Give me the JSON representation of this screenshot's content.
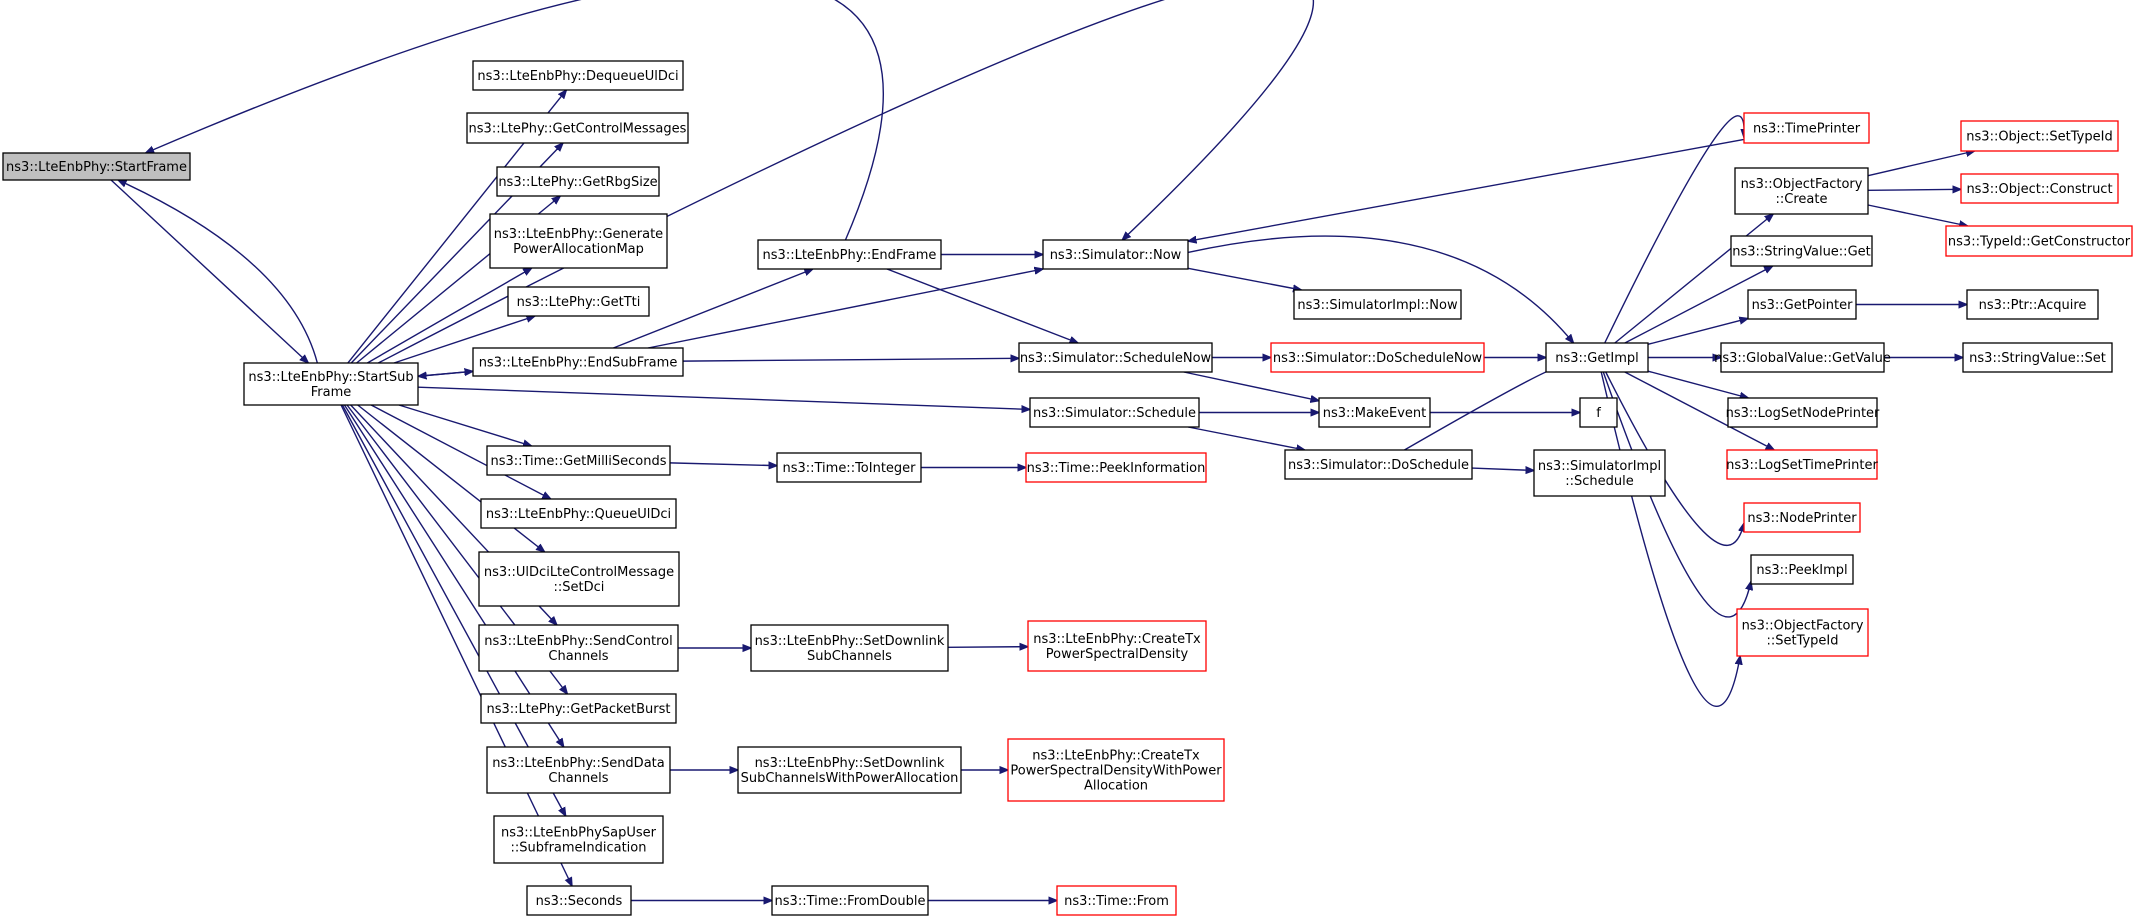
{
  "diagram": {
    "nodes": [
      {
        "id": "startframe",
        "lines": [
          "ns3::LteEnbPhy::StartFrame"
        ],
        "style": "root"
      },
      {
        "id": "startsub",
        "lines": [
          "ns3::LteEnbPhy::StartSub",
          "Frame"
        ],
        "style": "black"
      },
      {
        "id": "dequeue",
        "lines": [
          "ns3::LteEnbPhy::DequeueUlDci"
        ],
        "style": "black"
      },
      {
        "id": "getctrl",
        "lines": [
          "ns3::LtePhy::GetControlMessages"
        ],
        "style": "black"
      },
      {
        "id": "getrbg",
        "lines": [
          "ns3::LtePhy::GetRbgSize"
        ],
        "style": "black"
      },
      {
        "id": "genpow",
        "lines": [
          "ns3::LteEnbPhy::Generate",
          "PowerAllocationMap"
        ],
        "style": "black"
      },
      {
        "id": "gettti",
        "lines": [
          "ns3::LtePhy::GetTti"
        ],
        "style": "black"
      },
      {
        "id": "endsub",
        "lines": [
          "ns3::LteEnbPhy::EndSubFrame"
        ],
        "style": "black"
      },
      {
        "id": "getmilli",
        "lines": [
          "ns3::Time::GetMilliSeconds"
        ],
        "style": "black"
      },
      {
        "id": "queueul",
        "lines": [
          "ns3::LteEnbPhy::QueueUlDci"
        ],
        "style": "black"
      },
      {
        "id": "setdci",
        "lines": [
          "ns3::UlDciLteControlMessage",
          "::SetDci"
        ],
        "style": "black"
      },
      {
        "id": "sendctrl",
        "lines": [
          "ns3::LteEnbPhy::SendControl",
          "Channels"
        ],
        "style": "black"
      },
      {
        "id": "getpkt",
        "lines": [
          "ns3::LtePhy::GetPacketBurst"
        ],
        "style": "black"
      },
      {
        "id": "senddata",
        "lines": [
          "ns3::LteEnbPhy::SendData",
          "Channels"
        ],
        "style": "black"
      },
      {
        "id": "sapuser",
        "lines": [
          "ns3::LteEnbPhySapUser",
          "::SubframeIndication"
        ],
        "style": "black"
      },
      {
        "id": "seconds",
        "lines": [
          "ns3::Seconds"
        ],
        "style": "black"
      },
      {
        "id": "endframe",
        "lines": [
          "ns3::LteEnbPhy::EndFrame"
        ],
        "style": "black"
      },
      {
        "id": "simnow",
        "lines": [
          "ns3::Simulator::Now"
        ],
        "style": "black"
      },
      {
        "id": "schednow",
        "lines": [
          "ns3::Simulator::ScheduleNow"
        ],
        "style": "black"
      },
      {
        "id": "sched",
        "lines": [
          "ns3::Simulator::Schedule"
        ],
        "style": "black"
      },
      {
        "id": "tointeger",
        "lines": [
          "ns3::Time::ToInteger"
        ],
        "style": "black"
      },
      {
        "id": "setdl",
        "lines": [
          "ns3::LteEnbPhy::SetDownlink",
          "SubChannels"
        ],
        "style": "black"
      },
      {
        "id": "setdlpow",
        "lines": [
          "ns3::LteEnbPhy::SetDownlink",
          "SubChannelsWithPowerAllocation"
        ],
        "style": "black"
      },
      {
        "id": "fromdouble",
        "lines": [
          "ns3::Time::FromDouble"
        ],
        "style": "black"
      },
      {
        "id": "simimplnow",
        "lines": [
          "ns3::SimulatorImpl::Now"
        ],
        "style": "black"
      },
      {
        "id": "doschednow",
        "lines": [
          "ns3::Simulator::DoScheduleNow"
        ],
        "style": "red"
      },
      {
        "id": "makeevent",
        "lines": [
          "ns3::MakeEvent"
        ],
        "style": "black"
      },
      {
        "id": "dosched",
        "lines": [
          "ns3::Simulator::DoSchedule"
        ],
        "style": "black"
      },
      {
        "id": "peekinfo",
        "lines": [
          "ns3::Time::PeekInformation"
        ],
        "style": "red"
      },
      {
        "id": "createtx",
        "lines": [
          "ns3::LteEnbPhy::CreateTx",
          "PowerSpectralDensity"
        ],
        "style": "red"
      },
      {
        "id": "createtxpow",
        "lines": [
          "ns3::LteEnbPhy::CreateTx",
          "PowerSpectralDensityWithPower",
          "Allocation"
        ],
        "style": "red"
      },
      {
        "id": "timefrom",
        "lines": [
          "ns3::Time::From"
        ],
        "style": "red"
      },
      {
        "id": "getimpl",
        "lines": [
          "ns3::GetImpl"
        ],
        "style": "black"
      },
      {
        "id": "f",
        "lines": [
          "f"
        ],
        "style": "black"
      },
      {
        "id": "simimplsched",
        "lines": [
          "ns3::SimulatorImpl",
          "::Schedule"
        ],
        "style": "black"
      },
      {
        "id": "timeprinter",
        "lines": [
          "ns3::TimePrinter"
        ],
        "style": "red"
      },
      {
        "id": "objfactcreate",
        "lines": [
          "ns3::ObjectFactory",
          "::Create"
        ],
        "style": "black"
      },
      {
        "id": "strvalget",
        "lines": [
          "ns3::StringValue::Get"
        ],
        "style": "black"
      },
      {
        "id": "getpointer",
        "lines": [
          "ns3::GetPointer"
        ],
        "style": "black"
      },
      {
        "id": "gvgetvalue",
        "lines": [
          "ns3::GlobalValue::GetValue"
        ],
        "style": "black"
      },
      {
        "id": "logsetnode",
        "lines": [
          "ns3::LogSetNodePrinter"
        ],
        "style": "black"
      },
      {
        "id": "logsettime",
        "lines": [
          "ns3::LogSetTimePrinter"
        ],
        "style": "red"
      },
      {
        "id": "nodeprinter",
        "lines": [
          "ns3::NodePrinter"
        ],
        "style": "red"
      },
      {
        "id": "peekimpl",
        "lines": [
          "ns3::PeekImpl"
        ],
        "style": "black"
      },
      {
        "id": "objfactsettid",
        "lines": [
          "ns3::ObjectFactory",
          "::SetTypeId"
        ],
        "style": "red"
      },
      {
        "id": "objsettid",
        "lines": [
          "ns3::Object::SetTypeId"
        ],
        "style": "red"
      },
      {
        "id": "objconstruct",
        "lines": [
          "ns3::Object::Construct"
        ],
        "style": "red"
      },
      {
        "id": "tidgetctor",
        "lines": [
          "ns3::TypeId::GetConstructor"
        ],
        "style": "red"
      },
      {
        "id": "ptracquire",
        "lines": [
          "ns3::Ptr::Acquire"
        ],
        "style": "black"
      },
      {
        "id": "strvalset",
        "lines": [
          "ns3::StringValue::Set"
        ],
        "style": "black"
      }
    ],
    "edges": [
      [
        "startframe",
        "startsub"
      ],
      [
        "startsub",
        "startframe"
      ],
      [
        "startsub",
        "dequeue"
      ],
      [
        "startsub",
        "getctrl"
      ],
      [
        "startsub",
        "getrbg"
      ],
      [
        "startsub",
        "genpow"
      ],
      [
        "startsub",
        "gettti"
      ],
      [
        "startsub",
        "endsub"
      ],
      [
        "startsub",
        "simnow"
      ],
      [
        "startsub",
        "sched"
      ],
      [
        "startsub",
        "getmilli"
      ],
      [
        "startsub",
        "queueul"
      ],
      [
        "startsub",
        "setdci"
      ],
      [
        "startsub",
        "sendctrl"
      ],
      [
        "startsub",
        "getpkt"
      ],
      [
        "startsub",
        "senddata"
      ],
      [
        "startsub",
        "sapuser"
      ],
      [
        "startsub",
        "seconds"
      ],
      [
        "endsub",
        "startsub"
      ],
      [
        "endsub",
        "endframe"
      ],
      [
        "endsub",
        "simnow"
      ],
      [
        "endsub",
        "schednow"
      ],
      [
        "endframe",
        "simnow"
      ],
      [
        "endframe",
        "schednow"
      ],
      [
        "endframe",
        "startframe"
      ],
      [
        "simnow",
        "simimplnow"
      ],
      [
        "simnow",
        "getimpl"
      ],
      [
        "schednow",
        "doschednow"
      ],
      [
        "schednow",
        "makeevent"
      ],
      [
        "sched",
        "makeevent"
      ],
      [
        "sched",
        "dosched"
      ],
      [
        "getmilli",
        "tointeger"
      ],
      [
        "tointeger",
        "peekinfo"
      ],
      [
        "sendctrl",
        "setdl"
      ],
      [
        "setdl",
        "createtx"
      ],
      [
        "senddata",
        "setdlpow"
      ],
      [
        "setdlpow",
        "createtxpow"
      ],
      [
        "seconds",
        "fromdouble"
      ],
      [
        "fromdouble",
        "timefrom"
      ],
      [
        "doschednow",
        "getimpl"
      ],
      [
        "makeevent",
        "f"
      ],
      [
        "dosched",
        "getimpl"
      ],
      [
        "dosched",
        "simimplsched"
      ],
      [
        "getimpl",
        "timeprinter"
      ],
      [
        "getimpl",
        "objfactcreate"
      ],
      [
        "getimpl",
        "strvalget"
      ],
      [
        "getimpl",
        "getpointer"
      ],
      [
        "getimpl",
        "gvgetvalue"
      ],
      [
        "getimpl",
        "logsetnode"
      ],
      [
        "getimpl",
        "logsettime"
      ],
      [
        "getimpl",
        "nodeprinter"
      ],
      [
        "getimpl",
        "peekimpl"
      ],
      [
        "getimpl",
        "objfactsettid"
      ],
      [
        "timeprinter",
        "simnow"
      ],
      [
        "objfactcreate",
        "objsettid"
      ],
      [
        "objfactcreate",
        "objconstruct"
      ],
      [
        "objfactcreate",
        "tidgetctor"
      ],
      [
        "getpointer",
        "ptracquire"
      ],
      [
        "gvgetvalue",
        "strvalset"
      ]
    ]
  }
}
